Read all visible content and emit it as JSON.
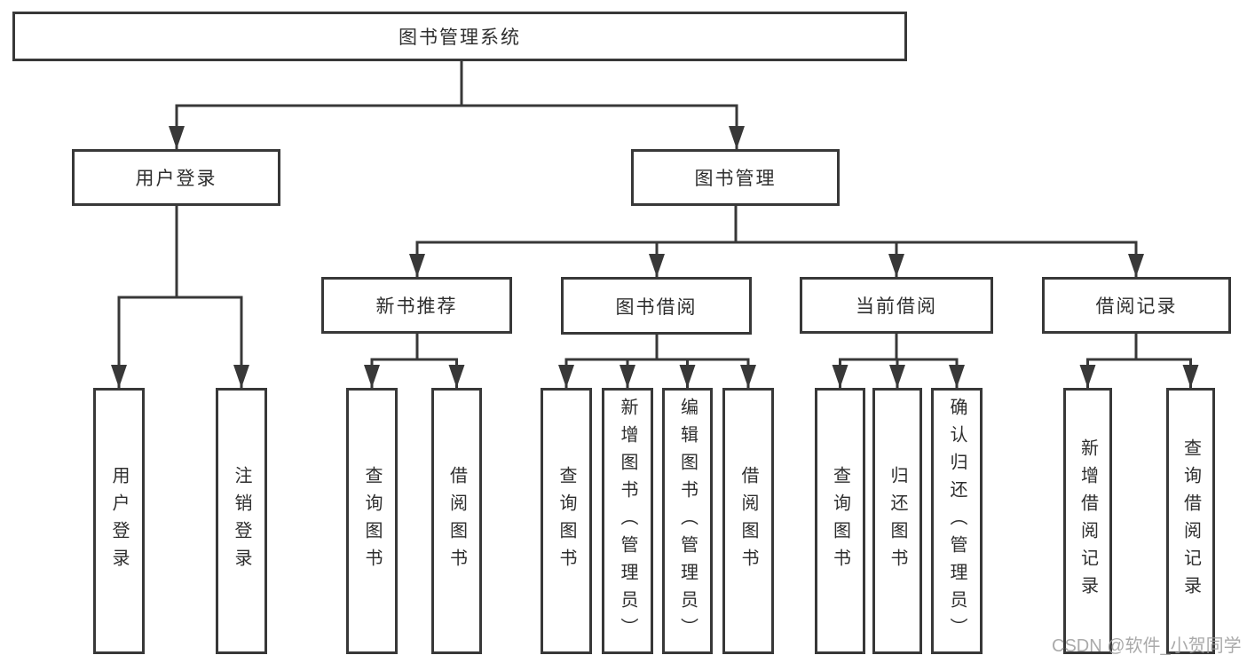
{
  "diagram": {
    "type": "tree",
    "root": {
      "label": "图书管理系统",
      "children": [
        {
          "label": "用户登录",
          "children": [
            {
              "label": "用户登录"
            },
            {
              "label": "注销登录"
            }
          ]
        },
        {
          "label": "图书管理",
          "children": [
            {
              "label": "新书推荐",
              "children": [
                {
                  "label": "查询图书"
                },
                {
                  "label": "借阅图书"
                }
              ]
            },
            {
              "label": "图书借阅",
              "children": [
                {
                  "label": "查询图书"
                },
                {
                  "label": "新增图书（管理员）"
                },
                {
                  "label": "编辑图书（管理员）"
                },
                {
                  "label": "借阅图书"
                }
              ]
            },
            {
              "label": "当前借阅",
              "children": [
                {
                  "label": "查询图书"
                },
                {
                  "label": "归还图书"
                },
                {
                  "label": "确认归还（管理员）"
                }
              ]
            },
            {
              "label": "借阅记录",
              "children": [
                {
                  "label": "新增借阅记录"
                },
                {
                  "label": "查询借阅记录"
                }
              ]
            }
          ]
        }
      ]
    },
    "line_color": "#383838",
    "background_color": "#ffffff"
  },
  "watermark": {
    "text": "CSDN @软件_小贺同学"
  }
}
